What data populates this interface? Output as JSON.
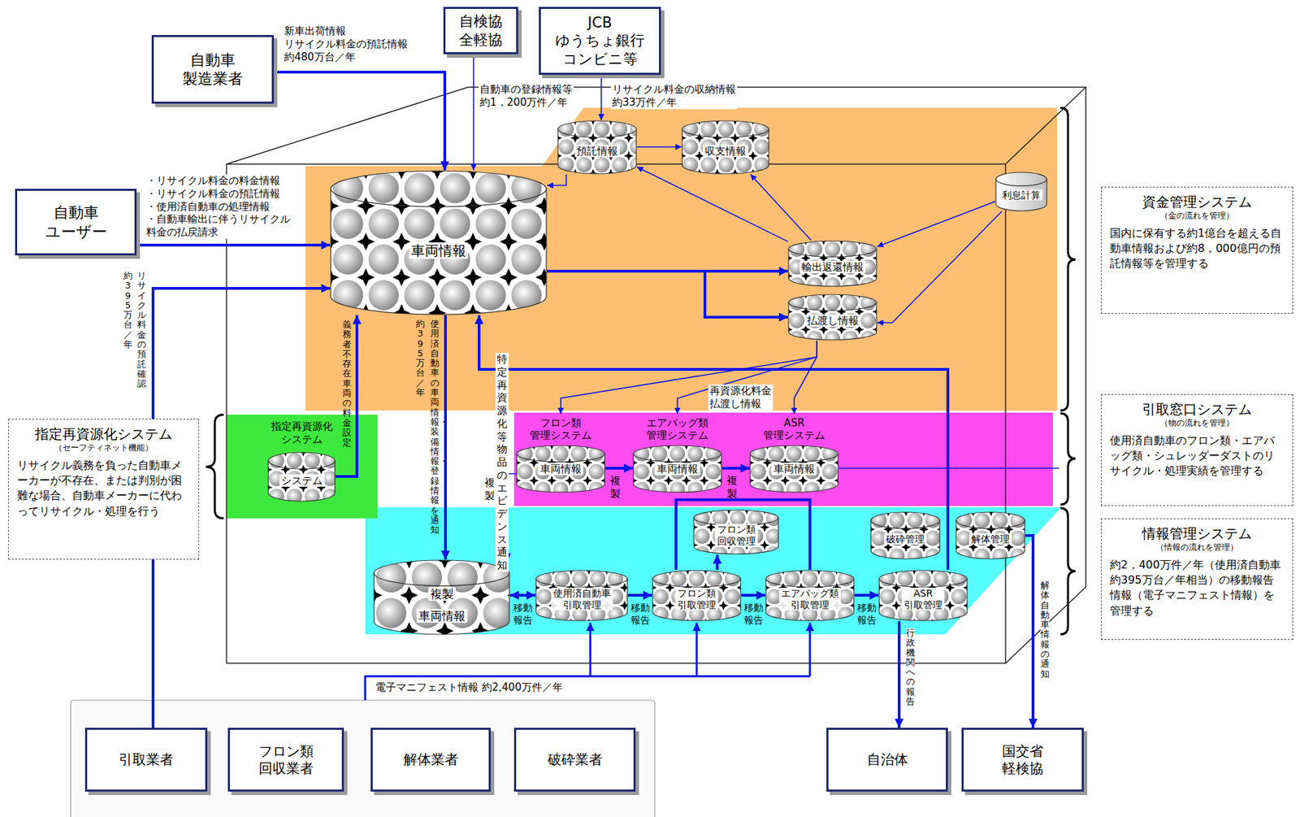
{
  "diagram": {
    "nodes": [
      {
        "text": [
          "自動車 製造業者"
        ]
      },
      {
        "text": [
          "自検協 全軽協"
        ]
      },
      {
        "text": [
          "JCB ゆうちょ銀行 コンビニ等"
        ]
      },
      {
        "text": [
          "自動車 ユーザー"
        ]
      },
      {
        "text": [
          "指定再資源化システム",
          "（セーフティネット機能）",
          "リサイクル義務を負った自動車メーカーが不存在、または判別が困難な場合、自動車メーカーに代わってリサイクル・処理を行う"
        ]
      },
      {
        "text": [
          "資金管理システム",
          "（金の流れを管理）",
          "国内に保有する約1億台を超える自動車情報および約8，000億円の預託情報等を管理する"
        ]
      },
      {
        "text": [
          "引取窓口システム",
          "（物の流れを管理）",
          "使用済自動車のフロン類・エアバッグ類・シュレッダーダストのリサイクル・処理実績を管理する"
        ]
      },
      {
        "text": [
          "情報管理システム",
          "（情報の流れを管理）",
          "約2，400万件／年（使用済自動車約395万台／年相当）の移動報告情報（電子マニフェスト情報）を管理する"
        ]
      },
      {
        "text": [
          "指定再資源化 システム"
        ]
      },
      {
        "text": [
          "システム"
        ],
        "in": 8
      },
      {
        "text": [
          "預託情報"
        ]
      },
      {
        "text": [
          "収支情報"
        ]
      },
      {
        "text": [
          "利息計算"
        ]
      },
      {
        "text": [
          "車両情報"
        ]
      },
      {
        "text": [
          "輸出返還情報"
        ]
      },
      {
        "text": [
          "払渡し情報"
        ]
      },
      {
        "text": [
          "フロン類 管理システム",
          "車両情報"
        ]
      },
      {
        "text": [
          "エアバッグ類 管理システム",
          "車両情報"
        ]
      },
      {
        "text": [
          "ASR 管理システム",
          "車両情報"
        ]
      },
      {
        "text": [
          "複製",
          "車両情報"
        ]
      },
      {
        "text": [
          "使用済自動車 引取管理"
        ]
      },
      {
        "text": [
          "フロン類 回収管理"
        ]
      },
      {
        "text": [
          "フロン類 引取管理"
        ]
      },
      {
        "text": [
          "エアバッグ類 引取管理"
        ]
      },
      {
        "text": [
          "破砕管理"
        ]
      },
      {
        "text": [
          "解体管理"
        ]
      },
      {
        "text": [
          "ASR 引取管理"
        ]
      },
      {
        "text": [
          "引取業者"
        ]
      },
      {
        "text": [
          "フロン類 回収業者"
        ]
      },
      {
        "text": [
          "解体業者"
        ]
      },
      {
        "text": [
          "破砕業者"
        ]
      },
      {
        "text": [
          "自治体"
        ]
      },
      {
        "text": [
          "国交省 軽検協"
        ]
      }
    ],
    "edges": [
      {
        "from": 0,
        "to": 13,
        "arrow": "to",
        "label": "新車出荷情報 リサイクル料金の預託情報 約480万台／年"
      },
      {
        "from": 1,
        "to": 13,
        "arrow": "to",
        "label": "自動車の登録情報等 約1，200万件／年"
      },
      {
        "from": 2,
        "to": 10,
        "arrow": "to",
        "label": "リサイクル料金の収納情報 約33万件／年"
      },
      {
        "from": 3,
        "to": 13,
        "arrow": "to",
        "label": "・リサイクル料金の料金情報 ・リサイクル料金の預託情報 ・使用済自動車の処理情報 ・自動車輸出に伴うリサイクル 料金の払戻請求"
      },
      {
        "from": 27,
        "to": 4,
        "arrow": "none"
      },
      {
        "from": 4,
        "to": 13,
        "arrow": "to",
        "label": "リサイクル料金の預託確認"
      },
      {
        "from": 9,
        "to": 13,
        "arrow": "to",
        "label": "義務者不存在車両の料金設定"
      },
      {
        "from": 13,
        "to": 19,
        "arrow": "to",
        "label": "使用済自動車の車両情報・装備情報・登録情報を通知"
      },
      {
        "from": 10,
        "to": 11,
        "arrow": "to"
      },
      {
        "from": 10,
        "to": 13,
        "arrow": "to"
      },
      {
        "from": 13,
        "to": 14,
        "arrow": "to"
      },
      {
        "from": 13,
        "to": 15,
        "arrow": "to"
      },
      {
        "from": 14,
        "to": 10,
        "arrow": "to"
      },
      {
        "from": 14,
        "to": 11,
        "arrow": "to"
      },
      {
        "from": 12,
        "to": 14,
        "arrow": "to"
      },
      {
        "from": 12,
        "to": 15,
        "arrow": "to"
      },
      {
        "from": 15,
        "to": 16,
        "arrow": "to"
      },
      {
        "from": 15,
        "to": 17,
        "arrow": "to",
        "label": "再資源化料金 払渡し情報"
      },
      {
        "from": 15,
        "to": 18,
        "arrow": "to"
      },
      {
        "from": 16,
        "to": 17,
        "arrow": "to",
        "label": "複製"
      },
      {
        "from": 17,
        "to": 18,
        "arrow": "to",
        "label": "複製"
      },
      {
        "from": 16,
        "to": 19,
        "arrow": "to",
        "label": "複製"
      },
      {
        "from": 19,
        "to": 20,
        "arrow": "both",
        "label": "移動 報告"
      },
      {
        "from": 20,
        "to": 22,
        "arrow": "to",
        "label": "移動 報告"
      },
      {
        "from": 22,
        "to": 23,
        "arrow": "to",
        "label": "移動 報告"
      },
      {
        "from": 23,
        "to": 26,
        "arrow": "to",
        "label": "移動 報告"
      },
      {
        "from": 22,
        "to": 21,
        "arrow": "to"
      },
      {
        "from": 22,
        "to": 23,
        "arrow": "none"
      },
      {
        "from": 26,
        "to": 13,
        "arrow": "to",
        "label": "特定再資源化等物品のエビデンス通知"
      },
      {
        "from": 26,
        "to": 31,
        "arrow": "to",
        "label": "行政機関への報告"
      },
      {
        "from": 25,
        "to": 32,
        "arrow": "to",
        "label": "解体自動車情報の通知"
      }
    ],
    "labels": [
      "約395万台／年",
      "約395万台／年",
      "電子マニフェスト情報 約2,400万件／年"
    ]
  }
}
